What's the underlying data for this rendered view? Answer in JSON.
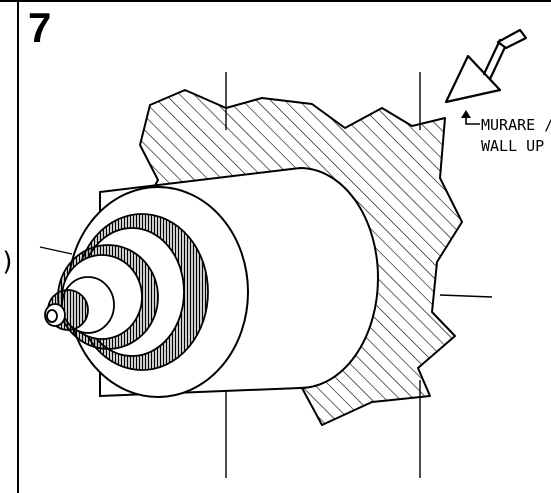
{
  "figure": {
    "step_number": "7",
    "callout": {
      "line1": "MURARE /",
      "line2": "WALL UP"
    },
    "left_edge_glyph": ")",
    "icons": [
      "trowel-icon"
    ],
    "colors": {
      "ink": "#000000",
      "hatch": "#000000",
      "paper": "#ffffff"
    }
  }
}
